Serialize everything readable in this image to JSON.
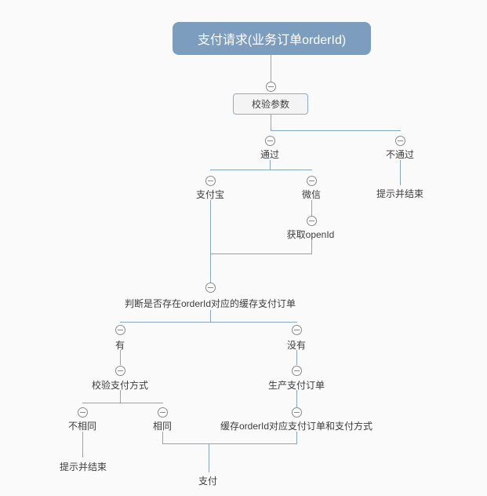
{
  "diagram": {
    "title": "支付请求流程脑图",
    "colors": {
      "canvas_bg": "#FAFAFA",
      "connector": "#86A6BE",
      "root_bg": "#7C9DBD",
      "root_text": "#FFFFFF",
      "box_bg": "#F4F4F4",
      "box_border": "#85AED2",
      "text": "#3D3D3D",
      "collapse_border": "#8A8A8A"
    },
    "nodes": {
      "payment_request": {
        "label": "支付请求(业务订单orderId)"
      },
      "validate_params": {
        "label": "校验参数"
      },
      "pass": {
        "label": "通过"
      },
      "fail": {
        "label": "不通过"
      },
      "fail_end": {
        "label": "提示并结束"
      },
      "alipay": {
        "label": "支付宝"
      },
      "wechat": {
        "label": "微信"
      },
      "get_openid": {
        "label": "获取openId"
      },
      "check_cached_order": {
        "label": "判断是否存在orderId对应的缓存支付订单"
      },
      "has": {
        "label": "有"
      },
      "has_not": {
        "label": "没有"
      },
      "verify_pay_method": {
        "label": "校验支付方式"
      },
      "create_pay_order": {
        "label": "生产支付订单"
      },
      "not_same": {
        "label": "不相同"
      },
      "same": {
        "label": "相同"
      },
      "cache_order": {
        "label": "缓存orderId对应支付订单和支付方式"
      },
      "not_same_end": {
        "label": "提示并结束"
      },
      "pay": {
        "label": "支付"
      }
    },
    "icons": {
      "collapse": "minus-circle"
    }
  }
}
